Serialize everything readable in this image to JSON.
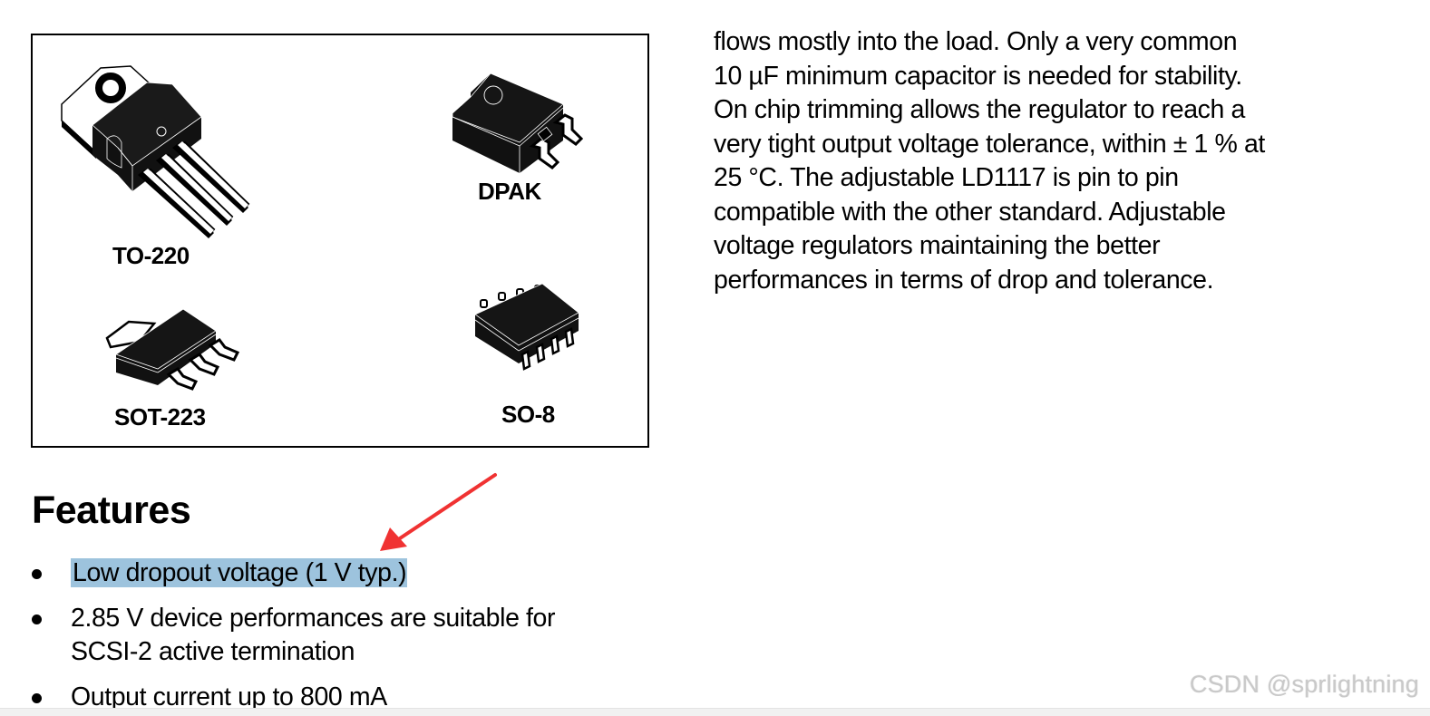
{
  "figure": {
    "packages": [
      {
        "id": "to-220",
        "label": "TO-220"
      },
      {
        "id": "dpak",
        "label": "DPAK"
      },
      {
        "id": "sot-223",
        "label": "SOT-223"
      },
      {
        "id": "so-8",
        "label": "SO-8"
      }
    ]
  },
  "description": {
    "lines": [
      "flows mostly into the load. Only a very common",
      "10 µF minimum capacitor is needed for stability.",
      "On chip trimming allows the regulator to reach a",
      "very tight output voltage tolerance, within ± 1 % at",
      "25 °C. The adjustable LD1117 is pin to pin",
      "compatible with the other standard. Adjustable",
      "voltage regulators maintaining the better",
      "performances in terms of drop and tolerance."
    ]
  },
  "features": {
    "title": "Features",
    "items": [
      {
        "lines": [
          "Low dropout voltage (1 V typ.)"
        ],
        "highlighted": true
      },
      {
        "lines": [
          "2.85 V device performances are suitable for",
          "SCSI-2 active termination"
        ],
        "highlighted": false
      },
      {
        "lines": [
          "Output current up to 800 mA"
        ],
        "highlighted": false
      }
    ]
  },
  "annotation": {
    "type": "arrow",
    "color": "#f03232",
    "points_to": "features.items.0"
  },
  "colors": {
    "highlight": "#9dc3dd",
    "watermark": "#c9c9c9"
  },
  "watermark": {
    "text": "CSDN @sprlightning"
  }
}
